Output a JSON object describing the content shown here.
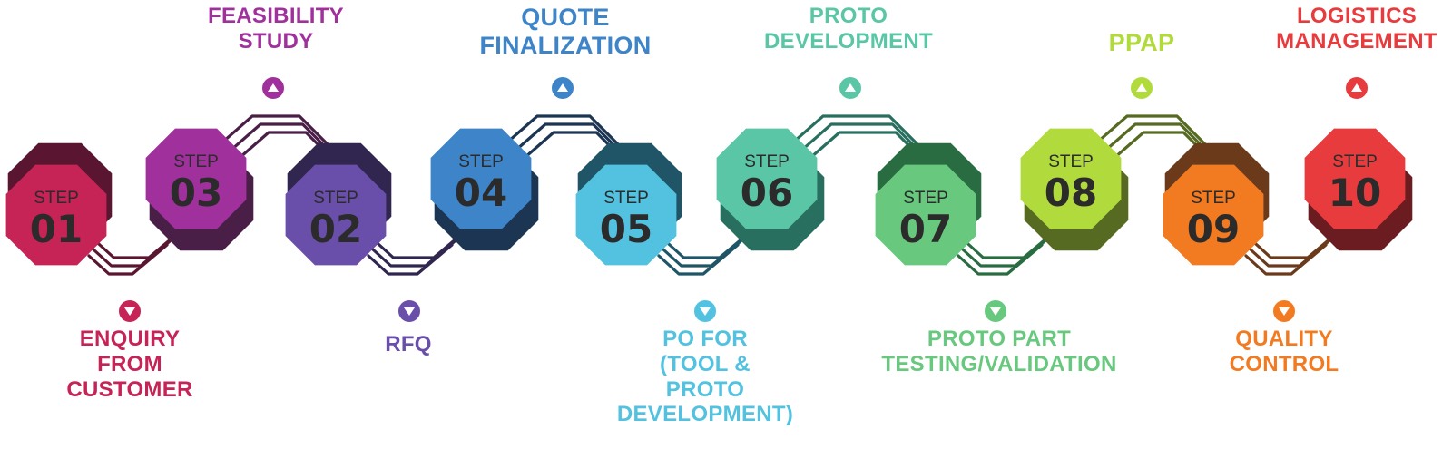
{
  "diagram": {
    "step_word": "STEP",
    "steps": [
      {
        "number": "01",
        "label": [
          "ENQUIRY",
          "FROM",
          "CUSTOMER"
        ],
        "color": "#C62356",
        "dark": "#5A1630"
      },
      {
        "number": "02",
        "label": [
          "RFQ"
        ],
        "color": "#6A4FAA",
        "dark": "#30264F"
      },
      {
        "number": "03",
        "label": [
          "FEASIBILITY",
          "STUDY"
        ],
        "color": "#A0309C",
        "dark": "#4A1F47"
      },
      {
        "number": "04",
        "label": [
          "QUOTE",
          "FINALIZATION"
        ],
        "color": "#3D84C8",
        "dark": "#1B3552"
      },
      {
        "number": "05",
        "label": [
          "PO FOR",
          "(TOOL &",
          "PROTO",
          "DEVELOPMENT)"
        ],
        "color": "#52C2E0",
        "dark": "#1F5566"
      },
      {
        "number": "06",
        "label": [
          "PROTO",
          "DEVELOPMENT"
        ],
        "color": "#5AC6A6",
        "dark": "#286F5F"
      },
      {
        "number": "07",
        "label": [
          "PROTO PART",
          "TESTING/VALIDATION"
        ],
        "color": "#67C87E",
        "dark": "#2A6C41"
      },
      {
        "number": "08",
        "label": [
          "PPAP"
        ],
        "color": "#B1DA3C",
        "dark": "#566A22"
      },
      {
        "number": "09",
        "label": [
          "QUALITY",
          "CONTROL"
        ],
        "color": "#F27B22",
        "dark": "#6A3A1B"
      },
      {
        "number": "10",
        "label": [
          "LOGISTICS",
          "MANAGEMENT"
        ],
        "color": "#E83B3D",
        "dark": "#6A1C20"
      }
    ]
  }
}
